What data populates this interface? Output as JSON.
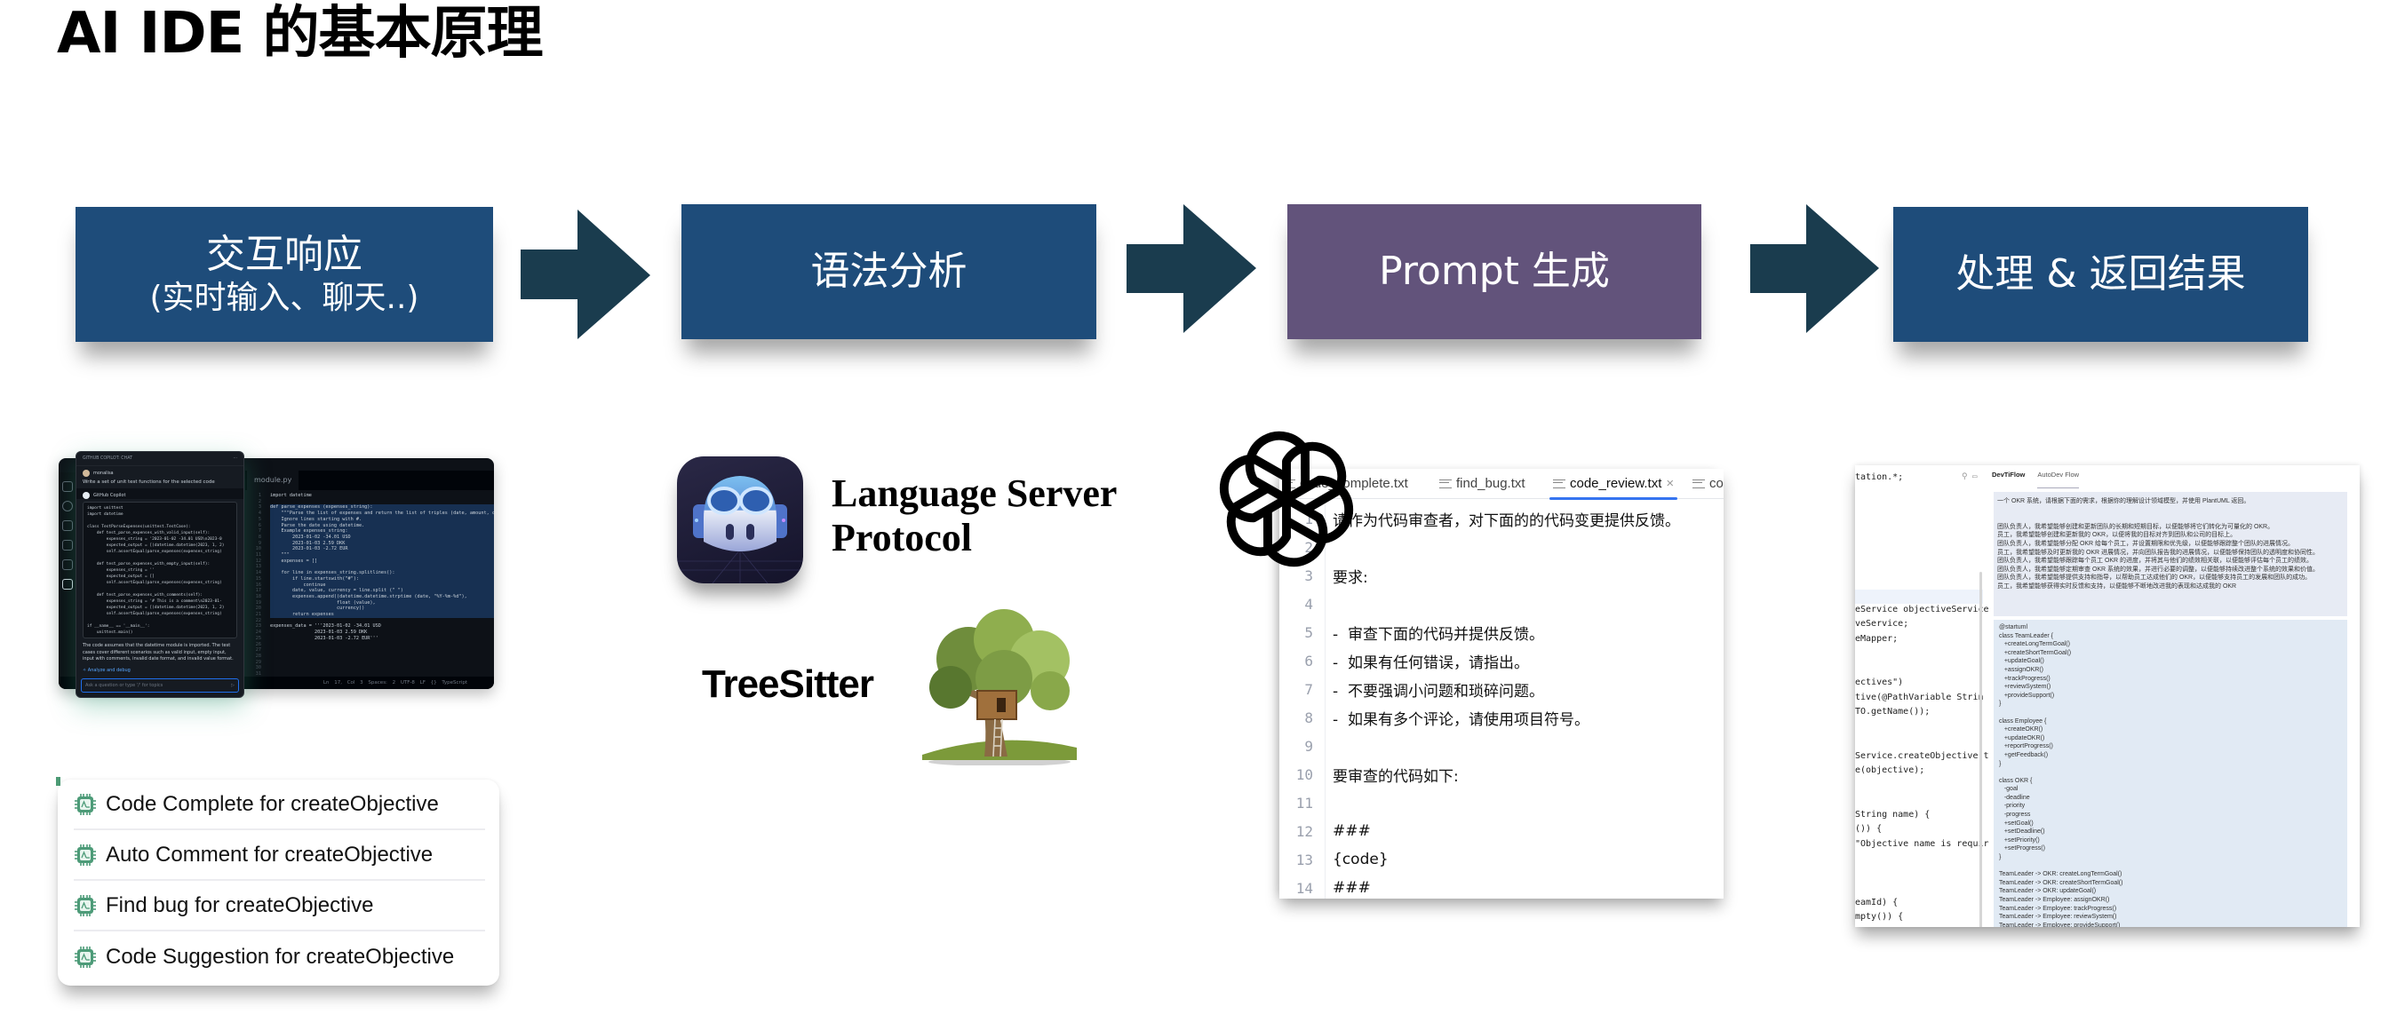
{
  "title": "AI IDE 的基本原理",
  "colors": {
    "step_blue": "#1e4c7a",
    "step_purple": "#62537b",
    "arrow": "#1a3c4e"
  },
  "steps": [
    {
      "main": "交互响应",
      "sub": "(实时输入、聊天..)"
    },
    {
      "main": "语法分析",
      "sub": ""
    },
    {
      "main": "Prompt 生成",
      "sub": ""
    },
    {
      "main": "处理 & 返回结果",
      "sub": ""
    }
  ],
  "copilot_chat": {
    "header": "GITHUB COPILOT: CHAT",
    "menu_icon": "more-icon",
    "user_name": "monalisa",
    "user_message": "Write a set of unit test functions for the selected code",
    "bot_name": "GitHub Copilot",
    "code_lines": [
      "import unittest",
      "import datetime",
      "",
      "class TestParseExpenses(unittest.TestCase):",
      "    def test_parse_expenses_with_valid_input(self):",
      "        expenses_string = '2023-01-02 -34.01 USD\\n2023-0",
      "        expected_output = [(datetime.datetime(2023, 1, 2)",
      "        self.assertEqual(parse_expenses(expenses_string)",
      "",
      "    def test_parse_expenses_with_empty_input(self):",
      "        expenses_string = ''",
      "        expected_output = []",
      "        self.assertEqual(parse_expenses(expenses_string)",
      "",
      "    def test_parse_expenses_with_comments(self):",
      "        expenses_string = '# This is a comment\\n2023-01-",
      "        expected_output = [(datetime.datetime(2023, 1, 2)",
      "        self.assertEqual(parse_expenses(expenses_string)",
      "",
      "if __name__ == '__main__':",
      "    unittest.main()"
    ],
    "explanation": "The code assumes that the datetime module is imported. The test cases cover different scenarios such as valid input, empty input, input with comments, invalid date format, and invalid value format.",
    "action_link": "Analyze and debug",
    "input_placeholder": "Ask a question or type '/' for topics"
  },
  "vscode": {
    "tab": "module.py",
    "line_numbers": "1\n2\n3\n4\n5\n6\n7\n8\n9\n10\n11\n12\n13\n14\n15\n16\n17\n18\n19\n20\n21\n22\n23\n24\n25\n26\n27\n28\n29\n30\n31",
    "code_lines": [
      "import datetime",
      "",
      "def parse_expenses (expenses_string):",
      "    \"\"\"Parse the list of expenses and return the list of triples (date, amount, currency).",
      "    Ignore lines starting with #.",
      "    Parse the date using datetime.",
      "    Example expenses_string:",
      "        2023-01-02 -34.01 USD",
      "        2023-01-03 2.59 DKK",
      "        2023-01-03 -2.72 EUR",
      "    \"\"\"",
      "    expenses = []",
      "",
      "    for line in expenses_string.splitlines():",
      "        if line.startswith(\"#\"):",
      "            continue",
      "        date, value, currency = line.split (\" \")",
      "        expenses.append((datetime.datetime.strptime (date, \"%Y-%m-%d\"),",
      "                        float (value),",
      "                        currency))",
      "        return expenses",
      "",
      "expenses_data = '''2023-01-02 -34.01 USD",
      "                2023-01-03 2.59 DKK",
      "                2023-01-03 -2.72 EUR'''"
    ],
    "status": "Ln 17, Col 3   Spaces: 2   UTF-8   LF   {} TypeScript"
  },
  "actions": [
    {
      "label": "Code Complete for createObjective",
      "icon": "chip-icon"
    },
    {
      "label": "Auto Comment for createObjective",
      "icon": "chip-icon"
    },
    {
      "label": "Find bug for createObjective",
      "icon": "chip-icon"
    },
    {
      "label": "Code Suggestion for createObjective",
      "icon": "chip-icon"
    }
  ],
  "syntax": {
    "lsp_line1": "Language Server",
    "lsp_line2": "Protocol",
    "treesitter": "TreeSitter"
  },
  "prompt_editor": {
    "tabs": [
      {
        "label": "code_complete.txt",
        "active": false
      },
      {
        "label": "find_bug.txt",
        "active": false
      },
      {
        "label": "code_review.txt",
        "active": true,
        "close": "×"
      },
      {
        "label": "cod",
        "active": false
      }
    ],
    "lines": [
      {
        "n": "1",
        "text": "请作为代码审查者，对下面的的代码变更提供反馈。"
      },
      {
        "n": "2",
        "text": ""
      },
      {
        "n": "3",
        "text": "要求:"
      },
      {
        "n": "4",
        "text": ""
      },
      {
        "n": "5",
        "text": "-  审查下面的代码并提供反馈。"
      },
      {
        "n": "6",
        "text": "-  如果有任何错误，请指出。"
      },
      {
        "n": "7",
        "text": "-  不要强调小问题和琐碎问题。"
      },
      {
        "n": "8",
        "text": "-  如果有多个评论，请使用项目符号。"
      },
      {
        "n": "9",
        "text": ""
      },
      {
        "n": "10",
        "text": "要审查的代码如下:"
      },
      {
        "n": "11",
        "text": ""
      },
      {
        "n": "12",
        "text": "###"
      },
      {
        "n": "13",
        "text": "{code}"
      },
      {
        "n": "14",
        "text": "###"
      }
    ]
  },
  "autodev": {
    "code_lines": [
      "tation.*;",
      "",
      "",
      "",
      "",
      "",
      "",
      "",
      "",
      "eService objectiveService",
      "veService;",
      "eMapper;",
      "",
      "",
      "ectives\")",
      "tive(@PathVariable Strin",
      "TO.getName());",
      "",
      "",
      "Service.createObjective(t",
      "e(objective);",
      "",
      "",
      "String name) {",
      "()) {",
      "\"Objective name is requir",
      "",
      "",
      "",
      "eamId) {",
      "mpty()) {"
    ],
    "tabs": [
      "DevTiFlow",
      "AutoDev Flow"
    ],
    "requirements": "一个 OKR 系统，请根据下面的需求，根据你的理解设计领域模型，并使用 PlantUML 返回。\n\n\n团队负责人，我希望能够创建和更新团队的长期和短期目标，以便能够将它们转化为可量化的 OKR。\n员工，我希望能够创建和更新我的 OKR，以便将我的目标对齐到团队和公司的目标上。\n团队负责人，我希望能够分配 OKR 给每个员工，并设置期限和优先级，以便能够跟踪整个团队的进展情况。\n员工，我希望能够及时更新我的 OKR 进展情况，并向团队报告我的进展情况，以便能够保持团队的透明度和协同性。\n团队负责人，我希望能够跟踪每个员工 OKR 的进度，并将其与他们的绩效相关联，以便能够评估每个员工的绩效。\n团队负责人，我希望能够定期审查 OKR 系统的效果，并进行必要的调整，以便能够持续改进整个系统的效果和价值。\n团队负责人，我希望能够提供支持和指导，以帮助员工达成他们的 OKR，以便能够支持员工的发展和团队的成功。\n员工，我希望能够获得实时反馈和支持，以便能够不断地改进我的表现和达成我的 OKR",
    "uml": "@startuml\nclass TeamLeader {\n   +createLongTermGoal()\n   +createShortTermGoal()\n   +updateGoal()\n   +assignOKR()\n   +trackProgress()\n   +reviewSystem()\n   +provideSupport()\n}\n\nclass Employee {\n   +createOKR()\n   +updateOKR()\n   +reportProgress()\n   +getFeedback()\n}\n\nclass OKR {\n   -goal\n   -deadline\n   -priority\n   -progress\n   +setGoal()\n   +setDeadline()\n   +setPriority()\n   +setProgress()\n}\n\nTeamLeader -> OKR: createLongTermGoal()\nTeamLeader -> OKR: createShortTermGoal()\nTeamLeader -> OKR: updateGoal()\nTeamLeader -> Employee: assignOKR()\nTeamLeader -> Employee: trackProgress()\nTeamLeader -> Employee: reviewSystem()\nTeamLeader -> Employee: provideSupport()"
  }
}
